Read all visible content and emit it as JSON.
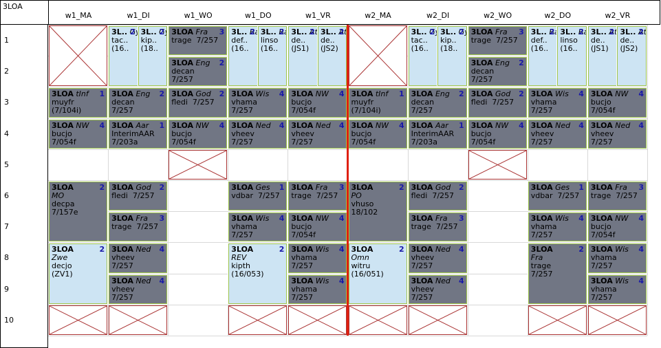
{
  "class_label": "3LOA",
  "days": [
    "w1_MA",
    "w1_DI",
    "w1_WO",
    "w1_DO",
    "w1_VR",
    "w2_MA",
    "w2_DI",
    "w2_WO",
    "w2_DO",
    "w2_VR"
  ],
  "rows": [
    "1",
    "2",
    "3",
    "4",
    "5",
    "6",
    "7",
    "8",
    "9",
    "10"
  ],
  "colors": {
    "gray_block": "#717684",
    "blue_block": "#cde4f3",
    "border": "#9dc44a",
    "divider": "#e02010",
    "count": "#1818a8"
  },
  "lessons": [
    {
      "col": 1,
      "sub": "a",
      "row": 1,
      "span": 2,
      "style": "blue",
      "code": "3L..",
      "subj": "Gym",
      "lines": [
        "tac..",
        "(16.."
      ],
      "n": "2"
    },
    {
      "col": 1,
      "sub": "b",
      "row": 1,
      "span": 2,
      "style": "blue",
      "code": "3L..",
      "subj": "Gym",
      "lines": [
        "kip..",
        "(18.."
      ],
      "n": "2"
    },
    {
      "col": 2,
      "row": 1,
      "span": 1,
      "style": "gray",
      "code": "3LOA",
      "subj": "Fra",
      "lines": [
        "trage  7/257"
      ],
      "n": "3"
    },
    {
      "col": 2,
      "row": 2,
      "span": 1,
      "style": "gray",
      "code": "3LOA",
      "subj": "Eng",
      "lines": [
        "decan",
        "7/257"
      ],
      "n": "2"
    },
    {
      "col": 3,
      "sub": "a",
      "row": 1,
      "span": 2,
      "style": "blue",
      "code": "3L..",
      "subj": "Bal",
      "lines": [
        "def..",
        "(16.."
      ],
      "n": "2"
    },
    {
      "col": 3,
      "sub": "b",
      "row": 1,
      "span": 2,
      "style": "blue",
      "code": "3L..",
      "subj": "Bal",
      "lines": [
        "linso",
        "(16.."
      ],
      "n": "2"
    },
    {
      "col": 4,
      "sub": "a",
      "row": 1,
      "span": 2,
      "style": "blue",
      "code": "3L..",
      "subj": "Atl",
      "lines": [
        "de..",
        "(JS1)"
      ],
      "n": "2"
    },
    {
      "col": 4,
      "sub": "b",
      "row": 1,
      "span": 2,
      "style": "blue",
      "code": "3L..",
      "subj": "Atl",
      "lines": [
        "de..",
        "(JS2)"
      ],
      "n": "2"
    },
    {
      "col": 6,
      "sub": "a",
      "row": 1,
      "span": 2,
      "style": "blue",
      "code": "3L..",
      "subj": "Gym",
      "lines": [
        "tac..",
        "(16.."
      ],
      "n": "2"
    },
    {
      "col": 6,
      "sub": "b",
      "row": 1,
      "span": 2,
      "style": "blue",
      "code": "3L..",
      "subj": "Gym",
      "lines": [
        "kip..",
        "(18.."
      ],
      "n": "2"
    },
    {
      "col": 7,
      "row": 1,
      "span": 1,
      "style": "gray",
      "code": "3LOA",
      "subj": "Fra",
      "lines": [
        "trage  7/257"
      ],
      "n": "3"
    },
    {
      "col": 7,
      "row": 2,
      "span": 1,
      "style": "gray",
      "code": "3LOA",
      "subj": "Eng",
      "lines": [
        "decan",
        "7/257"
      ],
      "n": "2"
    },
    {
      "col": 8,
      "sub": "a",
      "row": 1,
      "span": 2,
      "style": "blue",
      "code": "3L..",
      "subj": "Bal",
      "lines": [
        "def..",
        "(16.."
      ],
      "n": "2"
    },
    {
      "col": 8,
      "sub": "b",
      "row": 1,
      "span": 2,
      "style": "blue",
      "code": "3L..",
      "subj": "Bal",
      "lines": [
        "linso",
        "(16.."
      ],
      "n": "2"
    },
    {
      "col": 9,
      "sub": "a",
      "row": 1,
      "span": 2,
      "style": "blue",
      "code": "3L..",
      "subj": "Atl",
      "lines": [
        "de..",
        "(JS1)"
      ],
      "n": "2"
    },
    {
      "col": 9,
      "sub": "b",
      "row": 1,
      "span": 2,
      "style": "blue",
      "code": "3L..",
      "subj": "Atl",
      "lines": [
        "de..",
        "(JS2)"
      ],
      "n": "2"
    },
    {
      "col": 0,
      "row": 3,
      "span": 1,
      "style": "gray",
      "code": "3LOA",
      "subj": "tInf",
      "lines": [
        "muyfr",
        "(7/104i)"
      ],
      "n": "1"
    },
    {
      "col": 1,
      "row": 3,
      "span": 1,
      "style": "gray",
      "code": "3LOA",
      "subj": "Eng",
      "lines": [
        "decan",
        "7/257"
      ],
      "n": "2"
    },
    {
      "col": 2,
      "row": 3,
      "span": 1,
      "style": "gray",
      "code": "3LOA",
      "subj": "God",
      "lines": [
        "fledi  7/257"
      ],
      "n": "2"
    },
    {
      "col": 3,
      "row": 3,
      "span": 1,
      "style": "gray",
      "code": "3LOA",
      "subj": "Wis",
      "lines": [
        "vhama",
        "7/257"
      ],
      "n": "4"
    },
    {
      "col": 4,
      "row": 3,
      "span": 1,
      "style": "gray",
      "code": "3LOA",
      "subj": "NW",
      "lines": [
        "bucjo",
        "7/054f"
      ],
      "n": "4"
    },
    {
      "col": 5,
      "row": 3,
      "span": 1,
      "style": "gray",
      "code": "3LOA",
      "subj": "tInf",
      "lines": [
        "muyfr",
        "(7/104i)"
      ],
      "n": "1"
    },
    {
      "col": 6,
      "row": 3,
      "span": 1,
      "style": "gray",
      "code": "3LOA",
      "subj": "Eng",
      "lines": [
        "decan",
        "7/257"
      ],
      "n": "2"
    },
    {
      "col": 7,
      "row": 3,
      "span": 1,
      "style": "gray",
      "code": "3LOA",
      "subj": "God",
      "lines": [
        "fledi  7/257"
      ],
      "n": "2"
    },
    {
      "col": 8,
      "row": 3,
      "span": 1,
      "style": "gray",
      "code": "3LOA",
      "subj": "Wis",
      "lines": [
        "vhama",
        "7/257"
      ],
      "n": "4"
    },
    {
      "col": 9,
      "row": 3,
      "span": 1,
      "style": "gray",
      "code": "3LOA",
      "subj": "NW",
      "lines": [
        "bucjo",
        "7/054f"
      ],
      "n": "4"
    },
    {
      "col": 0,
      "row": 4,
      "span": 1,
      "style": "gray",
      "code": "3LOA",
      "subj": "NW",
      "lines": [
        "bucjo",
        "7/054f"
      ],
      "n": "4"
    },
    {
      "col": 1,
      "row": 4,
      "span": 1,
      "style": "gray",
      "code": "3LOA",
      "subj": "Aar",
      "lines": [
        "InterimAAR",
        "7/203a"
      ],
      "n": "1"
    },
    {
      "col": 2,
      "row": 4,
      "span": 1,
      "style": "gray",
      "code": "3LOA",
      "subj": "NW",
      "lines": [
        "bucjo",
        "7/054f"
      ],
      "n": "4"
    },
    {
      "col": 3,
      "row": 4,
      "span": 1,
      "style": "gray",
      "code": "3LOA",
      "subj": "Ned",
      "lines": [
        "vheev",
        "7/257"
      ],
      "n": "4"
    },
    {
      "col": 4,
      "row": 4,
      "span": 1,
      "style": "gray",
      "code": "3LOA",
      "subj": "Ned",
      "lines": [
        "vheev",
        "7/257"
      ],
      "n": "4"
    },
    {
      "col": 5,
      "row": 4,
      "span": 1,
      "style": "gray",
      "code": "3LOA",
      "subj": "NW",
      "lines": [
        "bucjo",
        "7/054f"
      ],
      "n": "4"
    },
    {
      "col": 6,
      "row": 4,
      "span": 1,
      "style": "gray",
      "code": "3LOA",
      "subj": "Aar",
      "lines": [
        "InterimAAR",
        "7/203a"
      ],
      "n": "1"
    },
    {
      "col": 7,
      "row": 4,
      "span": 1,
      "style": "gray",
      "code": "3LOA",
      "subj": "NW",
      "lines": [
        "bucjo",
        "7/054f"
      ],
      "n": "4"
    },
    {
      "col": 8,
      "row": 4,
      "span": 1,
      "style": "gray",
      "code": "3LOA",
      "subj": "Ned",
      "lines": [
        "vheev",
        "7/257"
      ],
      "n": "4"
    },
    {
      "col": 9,
      "row": 4,
      "span": 1,
      "style": "gray",
      "code": "3LOA",
      "subj": "Ned",
      "lines": [
        "vheev",
        "7/257"
      ],
      "n": "4"
    },
    {
      "col": 0,
      "row": 6,
      "span": 2,
      "style": "gray",
      "code": "3LOA",
      "subj": "",
      "lines": [
        "MO",
        "decpa",
        "7/157e"
      ],
      "italic_first": true,
      "n": "2"
    },
    {
      "col": 1,
      "row": 6,
      "span": 1,
      "style": "gray",
      "code": "3LOA",
      "subj": "God",
      "lines": [
        "fledi  7/257"
      ],
      "n": "2"
    },
    {
      "col": 1,
      "row": 7,
      "span": 1,
      "style": "gray",
      "code": "3LOA",
      "subj": "Fra",
      "lines": [
        "trage  7/257"
      ],
      "n": "3"
    },
    {
      "col": 3,
      "row": 6,
      "span": 1,
      "style": "gray",
      "code": "3LOA",
      "subj": "Ges",
      "lines": [
        "vdbar  7/257"
      ],
      "n": "1"
    },
    {
      "col": 3,
      "row": 7,
      "span": 1,
      "style": "gray",
      "code": "3LOA",
      "subj": "Wis",
      "lines": [
        "vhama",
        "7/257"
      ],
      "n": "4"
    },
    {
      "col": 4,
      "row": 6,
      "span": 1,
      "style": "gray",
      "code": "3LOA",
      "subj": "Fra",
      "lines": [
        "trage  7/257"
      ],
      "n": "3"
    },
    {
      "col": 4,
      "row": 7,
      "span": 1,
      "style": "gray",
      "code": "3LOA",
      "subj": "NW",
      "lines": [
        "bucjo",
        "7/054f"
      ],
      "n": "4"
    },
    {
      "col": 5,
      "row": 6,
      "span": 2,
      "style": "gray",
      "code": "3LOA",
      "subj": "",
      "lines": [
        "PO",
        "vhuso",
        "18/102"
      ],
      "italic_first": true,
      "n": "2"
    },
    {
      "col": 6,
      "row": 6,
      "span": 1,
      "style": "gray",
      "code": "3LOA",
      "subj": "God",
      "lines": [
        "fledi  7/257"
      ],
      "n": "2"
    },
    {
      "col": 6,
      "row": 7,
      "span": 1,
      "style": "gray",
      "code": "3LOA",
      "subj": "Fra",
      "lines": [
        "trage  7/257"
      ],
      "n": "3"
    },
    {
      "col": 8,
      "row": 6,
      "span": 1,
      "style": "gray",
      "code": "3LOA",
      "subj": "Ges",
      "lines": [
        "vdbar  7/257"
      ],
      "n": "1"
    },
    {
      "col": 8,
      "row": 7,
      "span": 1,
      "style": "gray",
      "code": "3LOA",
      "subj": "Wis",
      "lines": [
        "vhama",
        "7/257"
      ],
      "n": "4"
    },
    {
      "col": 9,
      "row": 6,
      "span": 1,
      "style": "gray",
      "code": "3LOA",
      "subj": "Fra",
      "lines": [
        "trage  7/257"
      ],
      "n": "3"
    },
    {
      "col": 9,
      "row": 7,
      "span": 1,
      "style": "gray",
      "code": "3LOA",
      "subj": "NW",
      "lines": [
        "bucjo",
        "7/054f"
      ],
      "n": "4"
    },
    {
      "col": 0,
      "row": 8,
      "span": 2,
      "style": "blue",
      "code": "3LOA",
      "subj": "",
      "lines": [
        "Zwe",
        "decjo",
        "(ZV1)"
      ],
      "italic_first": true,
      "n": "2"
    },
    {
      "col": 1,
      "row": 8,
      "span": 1,
      "style": "gray",
      "code": "3LOA",
      "subj": "Ned",
      "lines": [
        "vheev",
        "7/257"
      ],
      "n": "4"
    },
    {
      "col": 1,
      "row": 9,
      "span": 1,
      "style": "gray",
      "code": "3LOA",
      "subj": "Ned",
      "lines": [
        "vheev",
        "7/257"
      ],
      "n": "4"
    },
    {
      "col": 3,
      "row": 8,
      "span": 2,
      "style": "blue",
      "code": "3LOA",
      "subj": "",
      "lines": [
        "REV",
        "kipth",
        "(16/053)"
      ],
      "italic_first": true,
      "n": "2"
    },
    {
      "col": 4,
      "row": 8,
      "span": 1,
      "style": "gray",
      "code": "3LOA",
      "subj": "Wis",
      "lines": [
        "vhama",
        "7/257"
      ],
      "n": "4"
    },
    {
      "col": 4,
      "row": 9,
      "span": 1,
      "style": "gray",
      "code": "3LOA",
      "subj": "Wis",
      "lines": [
        "vhama",
        "7/257"
      ],
      "n": "4"
    },
    {
      "col": 5,
      "row": 8,
      "span": 2,
      "style": "blue",
      "code": "3LOA",
      "subj": "",
      "lines": [
        "Omn",
        "witru",
        "(16/051)"
      ],
      "italic_first": true,
      "n": "2"
    },
    {
      "col": 6,
      "row": 8,
      "span": 1,
      "style": "gray",
      "code": "3LOA",
      "subj": "Ned",
      "lines": [
        "vheev",
        "7/257"
      ],
      "n": "4"
    },
    {
      "col": 6,
      "row": 9,
      "span": 1,
      "style": "gray",
      "code": "3LOA",
      "subj": "Ned",
      "lines": [
        "vheev",
        "7/257"
      ],
      "n": "4"
    },
    {
      "col": 8,
      "row": 8,
      "span": 2,
      "style": "gray",
      "code": "3LOA",
      "subj": "",
      "lines": [
        "Fra",
        "trage",
        "7/257"
      ],
      "italic_first": true,
      "n": "2"
    },
    {
      "col": 9,
      "row": 8,
      "span": 1,
      "style": "gray",
      "code": "3LOA",
      "subj": "Wis",
      "lines": [
        "vhama",
        "7/257"
      ],
      "n": "4"
    },
    {
      "col": 9,
      "row": 9,
      "span": 1,
      "style": "gray",
      "code": "3LOA",
      "subj": "Wis",
      "lines": [
        "vhama",
        "7/257"
      ],
      "n": "4"
    }
  ],
  "blocked": [
    {
      "col": 0,
      "row": 1,
      "span": 2
    },
    {
      "col": 5,
      "row": 1,
      "span": 2
    },
    {
      "col": 2,
      "row": 5,
      "span": 1
    },
    {
      "col": 7,
      "row": 5,
      "span": 1
    },
    {
      "col": 0,
      "row": 10,
      "span": 1
    },
    {
      "col": 1,
      "row": 10,
      "span": 1
    },
    {
      "col": 3,
      "row": 10,
      "span": 1
    },
    {
      "col": 4,
      "row": 10,
      "span": 1
    },
    {
      "col": 5,
      "row": 10,
      "span": 1
    },
    {
      "col": 6,
      "row": 10,
      "span": 1
    },
    {
      "col": 8,
      "row": 10,
      "span": 1
    },
    {
      "col": 9,
      "row": 10,
      "span": 1
    }
  ]
}
